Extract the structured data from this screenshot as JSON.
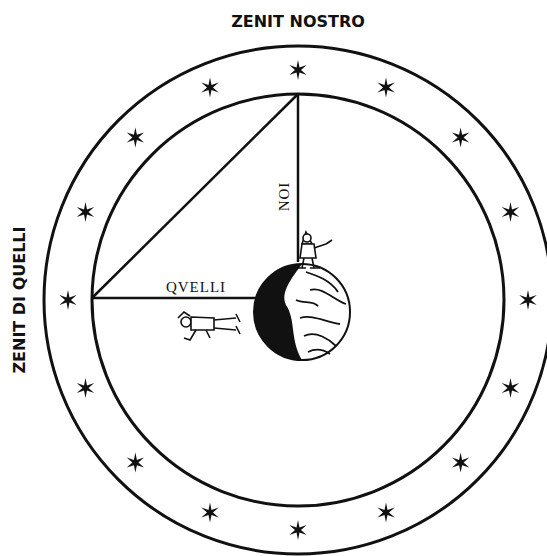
{
  "diagram": {
    "labels": [
      "ZENIT NOSTRO",
      "ZENIT DI QUELLI",
      "QVELLI",
      "NOI"
    ]
  }
}
